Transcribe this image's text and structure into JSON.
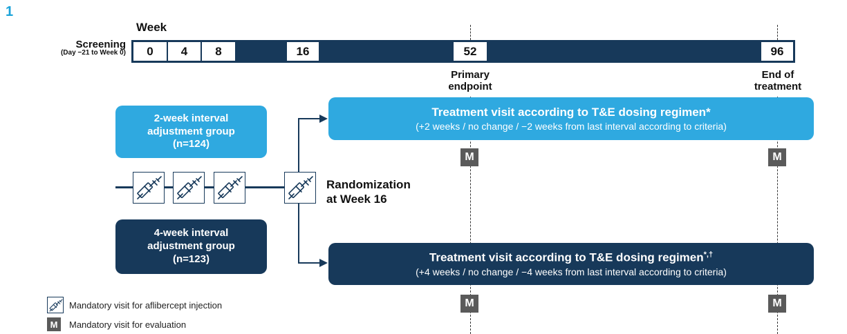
{
  "figure_number": "1",
  "timeline": {
    "week_label": "Week",
    "screening_title": "Screening",
    "screening_subtitle": "(Day −21 to Week 0)",
    "weeks": [
      "0",
      "4",
      "8",
      "16",
      "52",
      "96"
    ],
    "primary_endpoint": [
      "Primary",
      "endpoint"
    ],
    "end_of_treatment": [
      "End of",
      "treatment"
    ]
  },
  "groups": {
    "two_week": [
      "2-week interval",
      "adjustment group",
      "(n=124)"
    ],
    "four_week": [
      "4-week interval",
      "adjustment group",
      "(n=123)"
    ]
  },
  "randomization": [
    "Randomization",
    "at Week 16"
  ],
  "treatment_boxes": {
    "upper": {
      "title": "Treatment visit according to T&E dosing regimen*",
      "subtitle": "(+2 weeks / no change / −2 weeks from last interval according to criteria)"
    },
    "lower": {
      "title": "Treatment visit according to T&E dosing regimen",
      "title_sup": "*,†",
      "subtitle": "(+4 weeks / no change / −4 weeks from last interval according to criteria)"
    }
  },
  "evaluation_marker": "M",
  "legend": {
    "injection": "Mandatory visit for aflibercept injection",
    "evaluation_symbol": "M",
    "evaluation": "Mandatory visit for evaluation"
  },
  "colors": {
    "dark_navy": "#17395a",
    "light_blue": "#2fa9e0",
    "marker_gray": "#5a5a5a",
    "accent": "#1ba3d9"
  },
  "icons": [
    "syringe-icon"
  ]
}
